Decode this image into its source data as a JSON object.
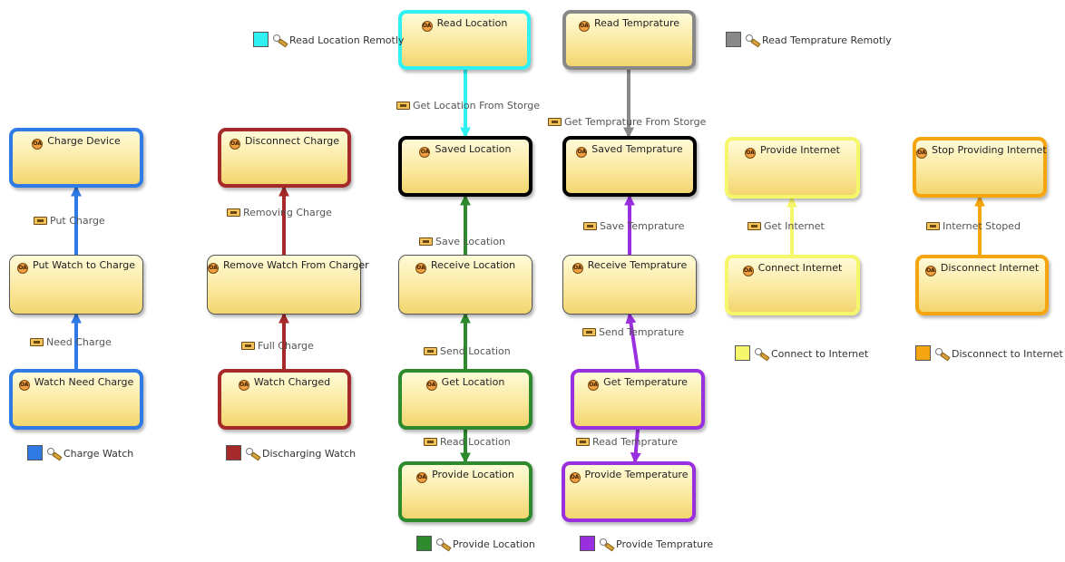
{
  "colors": {
    "blue": "#2f7ae5",
    "red": "#a62a2a",
    "green": "#2d8a2d",
    "purple": "#9a2fe0",
    "cyan": "#2ff1f1",
    "gray": "#888888",
    "yellow": "#f6f66a",
    "orange": "#f5a50f",
    "black": "#000000"
  },
  "node_icon_text": "OA",
  "nodes": {
    "read_location": "Read Location",
    "read_temprature": "Read Temprature",
    "charge_device": "Charge Device",
    "disconnect_charge": "Disconnect Charge",
    "saved_location": "Saved Location",
    "saved_temprature": "Saved Temprature",
    "provide_internet": "Provide Internet",
    "stop_providing_internet": "Stop Providing Internet",
    "put_watch_to_charge": "Put Watch to Charge",
    "remove_watch_from_charger": "Remove Watch From Charger",
    "receive_location": "Receive Location",
    "receive_temprature": "Receive Temprature",
    "connect_internet": "Connect Internet",
    "disconnect_internet": "Disconnect Internet",
    "watch_need_charge": "Watch Need Charge",
    "watch_charged": "Watch Charged",
    "get_location": "Get Location",
    "get_temperature": "Get Temperature",
    "provide_location": "Provide Location",
    "provide_temperature": "Provide Temperature"
  },
  "edges": {
    "get_location_from_storge": "Get Location From Storge",
    "get_temprature_from_storge": "Get Temprature From Storge",
    "put_charge": "Put Charge",
    "removing_charge": "Removing Charge",
    "save_location": "Save Location",
    "save_temprature": "Save Temprature",
    "get_internet": "Get Internet",
    "internet_stoped": "Internet Stoped",
    "need_charge": "Need Charge",
    "full_charge": "Full Charge",
    "send_location": "Send Location",
    "send_temprature": "Send Temprature",
    "read_location": "Read Location",
    "read_temprature": "Read Temprature"
  },
  "legend": {
    "read_location_remotly": "Read Location Remotly",
    "read_temprature_remotly": "Read Temprature Remotly",
    "connect_to_internet": "Connect to Internet",
    "disconnect_to_internet": "Disconnect to Internet",
    "charge_watch": "Charge Watch",
    "discharging_watch": "Discharging Watch",
    "provide_location": "Provide Location",
    "provide_temprature": "Provide Temprature"
  }
}
